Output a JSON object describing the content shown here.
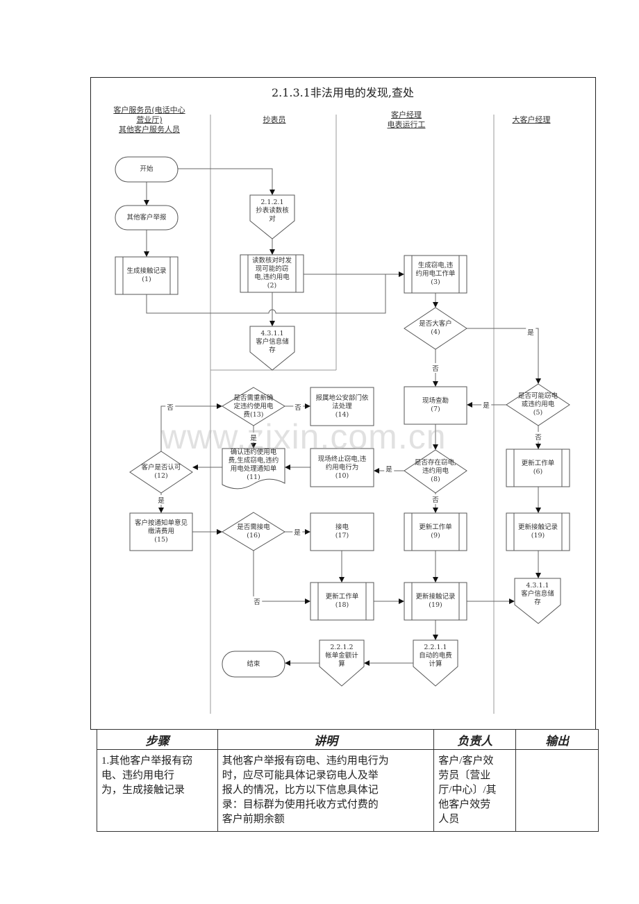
{
  "title": "2.1.3.1非法用电的发现,查处",
  "watermark": "www.zixin.com.cn",
  "lanes": [
    "客户服务员(电话中心\n营业厅)\n其他客户服务人员",
    "抄表员",
    "客户经理\n电表运行工",
    "大客户经理"
  ],
  "nodes": {
    "start": "开始",
    "report": "其他客户举报",
    "n1": "生成接触记录\n(1)",
    "p2121": "2.1.2.1\n抄表读数核\n对",
    "n2": "读数核对时发\n现可能的窃\n电,违约用电\n(2)",
    "p4311a": "4.3.1.1\n客户信息储\n存",
    "n3": "生成窃电,违\n约用电工作单\n(3)",
    "d4": "是否大客户\n(4)",
    "d5": "是否可能窃电\n或违约用电\n(5)",
    "n7": "现场查勘\n(7)",
    "d13": "是否需重新确\n定违约使用电\n费(13)",
    "n14": "报属地公安部门依\n法处理\n(14)",
    "d12": "客户是否认可\n(12)",
    "n11": "确认违约使用电\n费,生成窃电,违约\n用电处理通知单\n(11)",
    "n10": "现场终止窃电,违\n约用电行为\n(10)",
    "d8": "是否存在窃电,\n违约用电\n(8)",
    "n6": "更新工作单\n(6)",
    "n15": "客户按通知单意见\n缴清费用\n(15)",
    "d16": "是否需接电\n(16)",
    "n17": "接电\n(17)",
    "n9": "更新工作单\n(9)",
    "n19r": "更新接触记录\n(19)",
    "n18": "更新工作单\n(18)",
    "n19": "更新接触记录\n(19)",
    "p4311b": "4.3.1.1\n客户信息储\n存",
    "p2211": "2.2.1.1\n自动的电费\n计算",
    "p2212": "2.2.1.2\n帐单金额计\n算",
    "end": "结束"
  },
  "edge_labels": {
    "yes": "是",
    "no": "否"
  },
  "table": {
    "headers": [
      "步骤",
      "讲明",
      "负责人",
      "输出"
    ],
    "rows": [
      [
        "1.其他客户举报有窃\n   电、违约用电行\n   为，生成接触记录",
        "其他客户举报有窃电、违约用电行为\n     时，应尽可能具体记录窃电人及举\n     报人的情况，比方以下信息具体记\n     录：目标群为使用托收方式付费的\n     客户前期余额",
        "客户/客户效\n劳员〔营业\n厅/中心〕/其\n他客户效劳\n人员",
        ""
      ]
    ]
  }
}
